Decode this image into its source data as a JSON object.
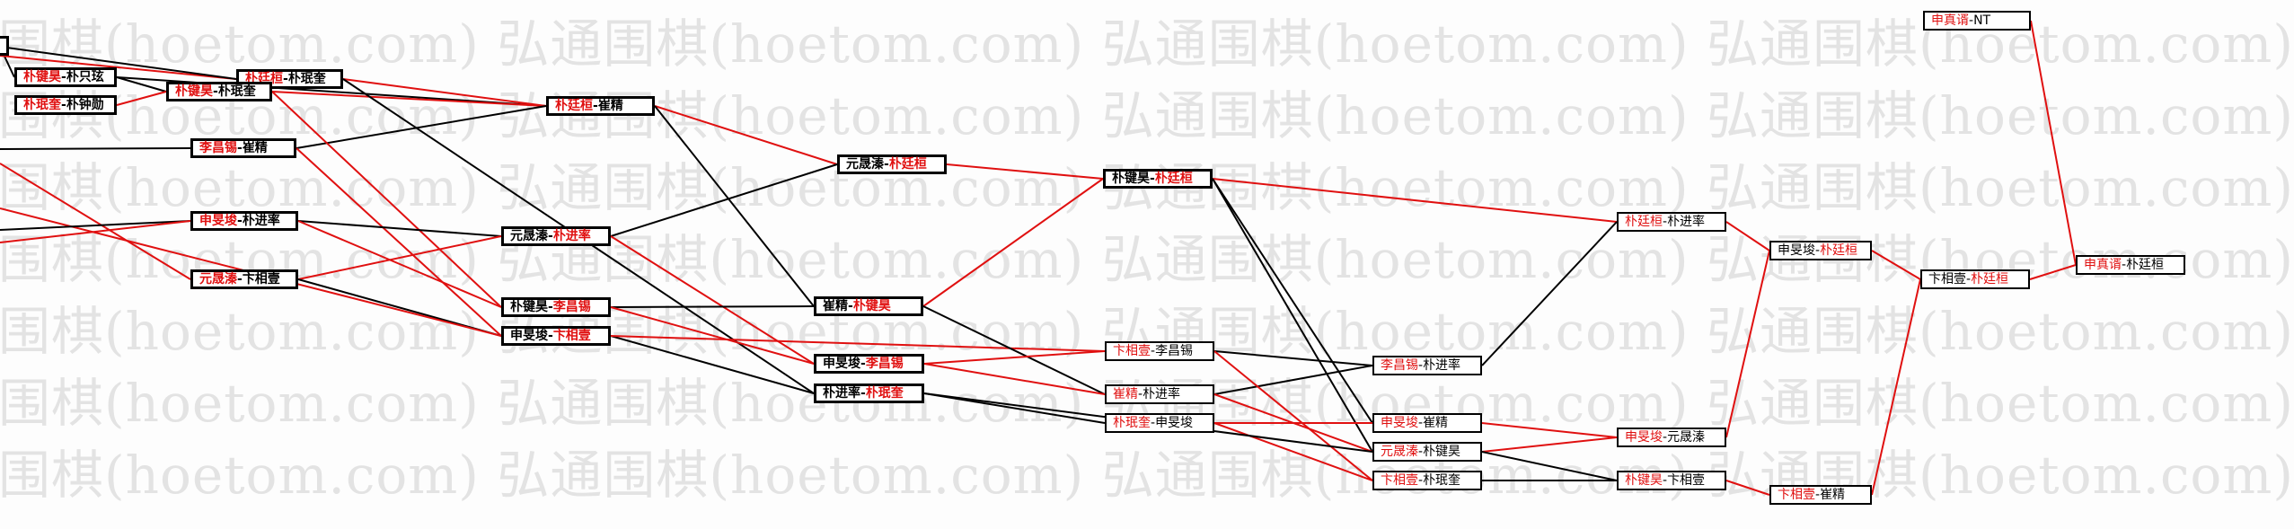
{
  "colors": {
    "winner": "#e01010",
    "loser": "#000000",
    "red_line": "#e01010",
    "black_line": "#000000",
    "watermark": "#e3e3e3"
  },
  "watermark": {
    "rows": [
      "弘通围棋(hoetom.com) 弘通围棋(hoetom.com) 弘通围棋(hoetom.com) 弘通围棋(hoetom.com)",
      "弘通围棋(hoetom.com) 弘通围棋(hoetom.com) 弘通围棋(hoetom.com) 弘通围棋(hoetom.com)",
      "弘通围棋(hoetom.com) 弘通围棋(hoetom.com) 弘通围棋(hoetom.com) 弘通围棋(hoetom.com)",
      "弘通围棋(hoetom.com) 弘通围棋(hoetom.com) 弘通围棋(hoetom.com) 弘通围棋(hoetom.com)",
      "弘通围棋(hoetom.com) 弘通围棋(hoetom.com) 弘通围棋(hoetom.com) 弘通围棋(hoetom.com)",
      "弘通围棋(hoetom.com) 弘通围棋(hoetom.com) 弘通围棋(hoetom.com) 弘通围棋(hoetom.com)",
      "弘通围棋(hoetom.com) 弘通围棋(hoetom.com) 弘通围棋(hoetom.com) 弘通围棋(hoetom.com)"
    ]
  },
  "matches": [
    {
      "id": "m00",
      "a": "朴键昊",
      "b": "朴只玹",
      "winner": "a"
    },
    {
      "id": "m01",
      "a": "朴珉奎",
      "b": "朴钟勋",
      "winner": "a"
    },
    {
      "id": "m02",
      "a": "朴廷桓",
      "b": "朴珉奎",
      "winner": "a"
    },
    {
      "id": "m03",
      "a": "朴键昊",
      "b": "朴珉奎",
      "winner": "a"
    },
    {
      "id": "m04",
      "a": "李昌锡",
      "b": "崔精",
      "winner": "a"
    },
    {
      "id": "m05",
      "a": "朴廷桓",
      "b": "崔精",
      "winner": "a"
    },
    {
      "id": "m06",
      "a": "申旻埈",
      "b": "朴进率",
      "winner": "a"
    },
    {
      "id": "m07",
      "a": "元晟溱",
      "b": "卞相壹",
      "winner": "a"
    },
    {
      "id": "m08",
      "a": "元晟溱",
      "b": "朴进率",
      "winner": "b"
    },
    {
      "id": "m09",
      "a": "元晟溱",
      "b": "朴廷桓",
      "winner": "b"
    },
    {
      "id": "m10",
      "a": "朴键昊",
      "b": "朴廷桓",
      "winner": "b"
    },
    {
      "id": "m11",
      "a": "朴键昊",
      "b": "李昌锡",
      "winner": "b"
    },
    {
      "id": "m12",
      "a": "申旻埈",
      "b": "卞相壹",
      "winner": "b"
    },
    {
      "id": "m13",
      "a": "崔精",
      "b": "朴键昊",
      "winner": "b"
    },
    {
      "id": "m14",
      "a": "申旻埈",
      "b": "李昌锡",
      "winner": "b"
    },
    {
      "id": "m15",
      "a": "朴进率",
      "b": "朴珉奎",
      "winner": "b"
    },
    {
      "id": "m16",
      "a": "卞相壹",
      "b": "李昌锡",
      "winner": "a"
    },
    {
      "id": "m17",
      "a": "崔精",
      "b": "朴进率",
      "winner": "a"
    },
    {
      "id": "m18",
      "a": "朴珉奎",
      "b": "申旻埈",
      "winner": "a"
    },
    {
      "id": "m19",
      "a": "李昌锡",
      "b": "朴进率",
      "winner": "a"
    },
    {
      "id": "m20",
      "a": "申旻埈",
      "b": "崔精",
      "winner": "a"
    },
    {
      "id": "m21",
      "a": "元晟溱",
      "b": "朴键昊",
      "winner": "a"
    },
    {
      "id": "m22",
      "a": "卞相壹",
      "b": "朴珉奎",
      "winner": "a"
    },
    {
      "id": "m23",
      "a": "朴廷桓",
      "b": "朴进率",
      "winner": "a"
    },
    {
      "id": "m24",
      "a": "申旻埈",
      "b": "元晟溱",
      "winner": "a"
    },
    {
      "id": "m25",
      "a": "朴键昊",
      "b": "卞相壹",
      "winner": "a"
    },
    {
      "id": "m26",
      "a": "申旻埈",
      "b": "朴廷桓",
      "winner": "b"
    },
    {
      "id": "m27",
      "a": "卞相壹",
      "b": "崔精",
      "winner": "a"
    },
    {
      "id": "m28",
      "a": "卞相壹",
      "b": "朴廷桓",
      "winner": "b"
    },
    {
      "id": "m29",
      "a": "申真谞",
      "b": "NT",
      "winner": "a"
    },
    {
      "id": "m30",
      "a": "申真谞",
      "b": "朴廷桓",
      "winner": "a"
    }
  ]
}
